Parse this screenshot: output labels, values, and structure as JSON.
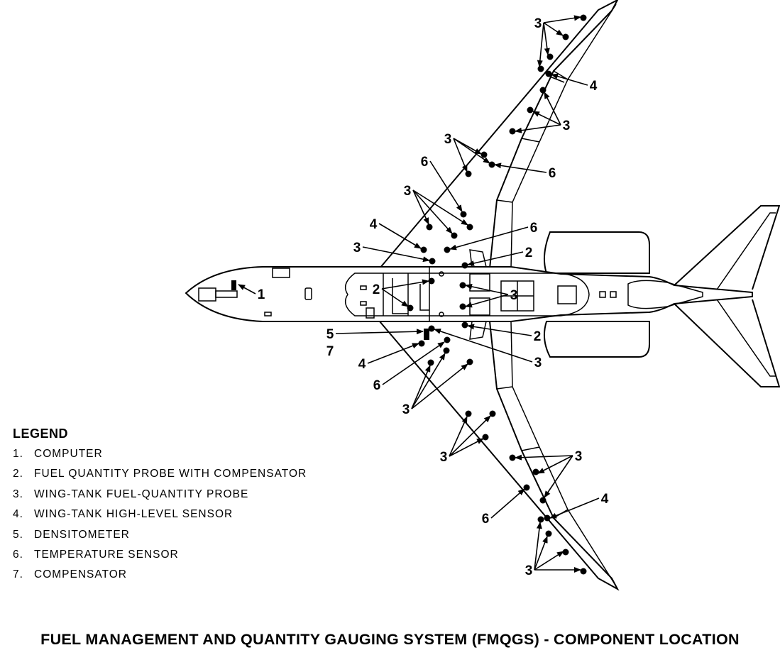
{
  "callouts": {
    "c1": "1",
    "c2": "2",
    "c3": "3",
    "c4": "4",
    "c5": "5",
    "c6": "6",
    "c7": "7"
  },
  "legend": {
    "title": "LEGEND",
    "items": [
      {
        "num": "1.",
        "label": "COMPUTER"
      },
      {
        "num": "2.",
        "label": "FUEL QUANTITY PROBE WITH COMPENSATOR"
      },
      {
        "num": "3.",
        "label": "WING-TANK FUEL-QUANTITY PROBE"
      },
      {
        "num": "4.",
        "label": "WING-TANK HIGH-LEVEL SENSOR"
      },
      {
        "num": "5.",
        "label": "DENSITOMETER"
      },
      {
        "num": "6.",
        "label": "TEMPERATURE SENSOR"
      },
      {
        "num": "7.",
        "label": "COMPENSATOR"
      }
    ]
  },
  "caption": "FUEL MANAGEMENT AND QUANTITY GAUGING SYSTEM (FMQGS) - COMPONENT LOCATION"
}
